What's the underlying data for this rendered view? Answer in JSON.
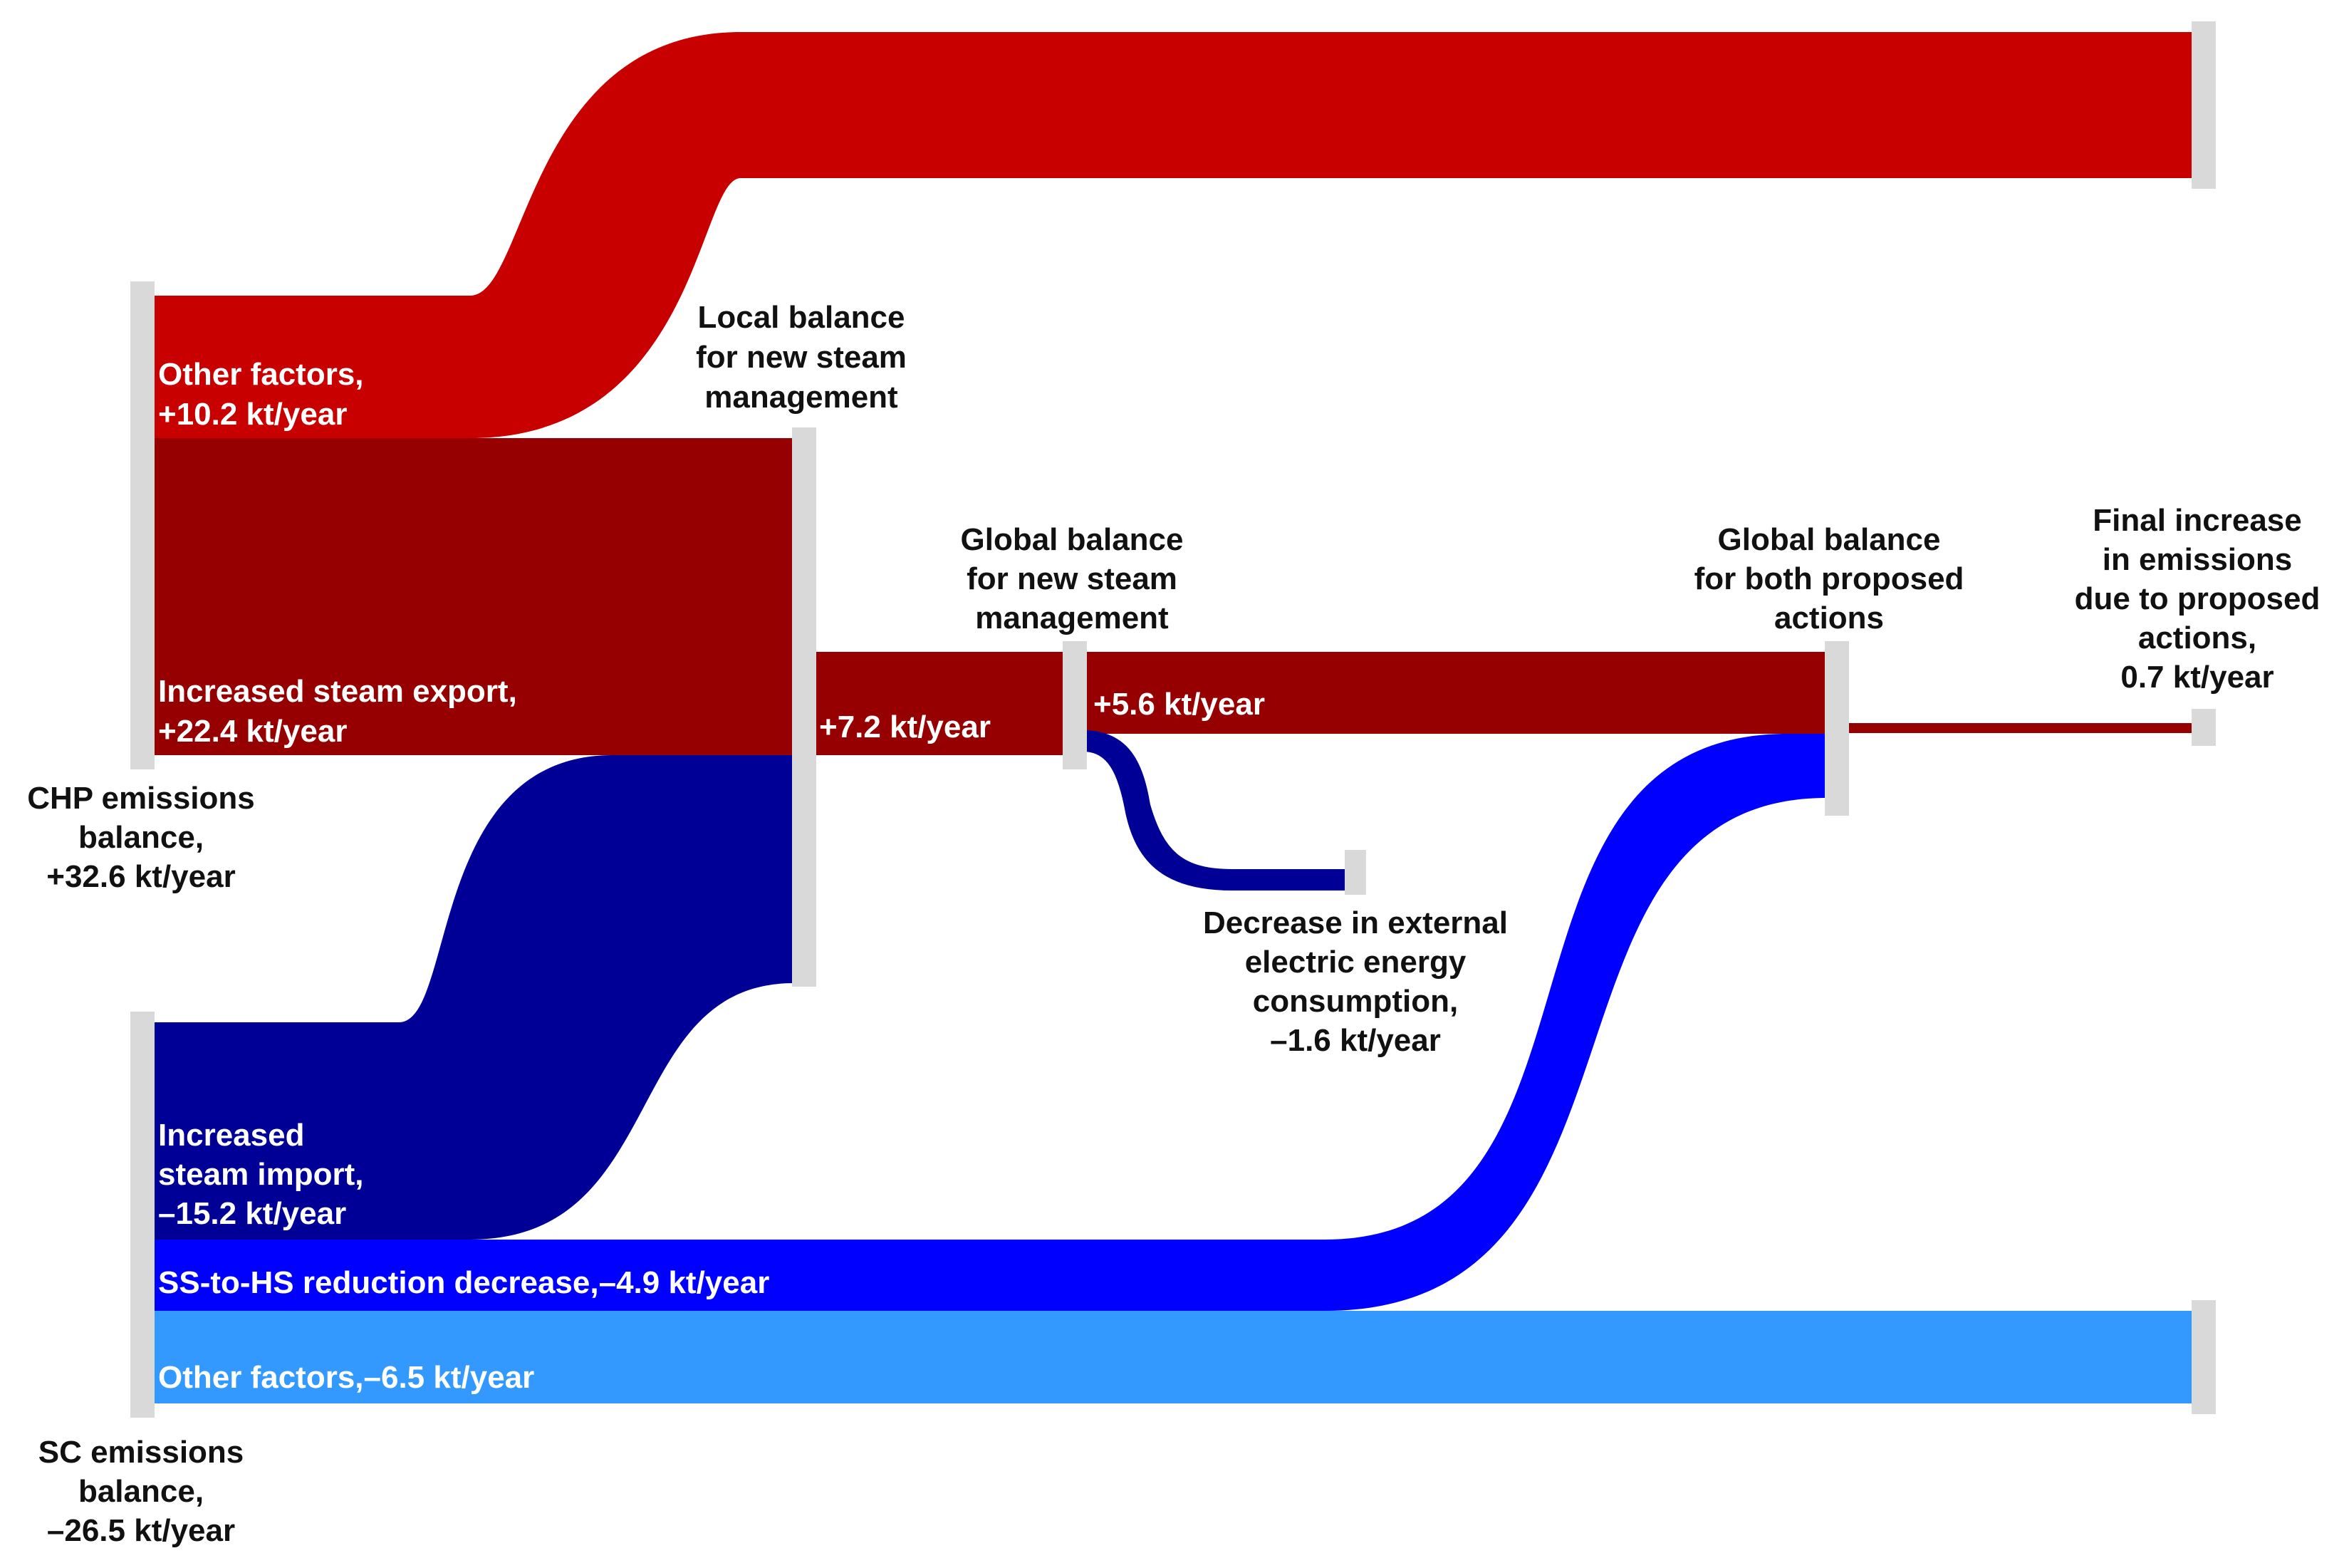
{
  "colors": {
    "red": "#c80000",
    "dark_red": "#960000",
    "navy": "#000096",
    "blue": "#0000ff",
    "light_blue": "#3399ff",
    "node": "#d9d9d9"
  },
  "nodes": {
    "chp": [
      "CHP emissions",
      "balance,",
      "+32.6 kt/year"
    ],
    "sc": [
      "SC emissions",
      "balance,",
      "–26.5 kt/year"
    ],
    "local": [
      "Local balance",
      "for new steam",
      "management"
    ],
    "global_steam": [
      "Global balance",
      "for new steam",
      "management"
    ],
    "global_both": [
      "Global balance",
      "for both proposed",
      "actions"
    ],
    "final": [
      "Final increase",
      "in emissions",
      "due to proposed",
      "actions,",
      "0.7 kt/year"
    ],
    "electric": [
      "Decrease in external",
      "electric energy",
      "consumption,",
      "–1.6 kt/year"
    ]
  },
  "flows": {
    "chp_other": [
      "Other factors,",
      "+10.2 kt/year"
    ],
    "steam_export": [
      "Increased steam export,",
      "+22.4 kt/year"
    ],
    "steam_import": [
      "Increased",
      "steam import,",
      "–15.2 kt/year"
    ],
    "ss_hs": [
      "SS-to-HS reduction decrease,–4.9 kt/year"
    ],
    "sc_other": [
      "Other factors,–6.5 kt/year"
    ],
    "local_out": [
      "+7.2 kt/year"
    ],
    "global_out": [
      "+5.6 kt/year"
    ]
  },
  "chart_data": {
    "type": "sankey",
    "unit": "kt/year",
    "nodes": [
      {
        "id": "chp",
        "value": 32.6
      },
      {
        "id": "sc",
        "value": -26.5
      },
      {
        "id": "local",
        "value": 7.2
      },
      {
        "id": "global_steam",
        "value": 5.6
      },
      {
        "id": "global_both",
        "value": 0.7
      },
      {
        "id": "electric",
        "value": -1.6
      },
      {
        "id": "final",
        "value": 0.7
      }
    ],
    "links": [
      {
        "source": "chp",
        "target": "top_right",
        "value": 10.2
      },
      {
        "source": "chp",
        "target": "local",
        "value": 22.4
      },
      {
        "source": "sc",
        "target": "local",
        "value": -15.2
      },
      {
        "source": "sc",
        "target": "global_both",
        "value": -4.9
      },
      {
        "source": "sc",
        "target": "bottom_right",
        "value": -6.5
      },
      {
        "source": "local",
        "target": "global_steam",
        "value": 7.2
      },
      {
        "source": "global_steam",
        "target": "global_both",
        "value": 5.6
      },
      {
        "source": "global_steam",
        "target": "electric",
        "value": -1.6
      },
      {
        "source": "global_both",
        "target": "final",
        "value": 0.7
      }
    ]
  }
}
